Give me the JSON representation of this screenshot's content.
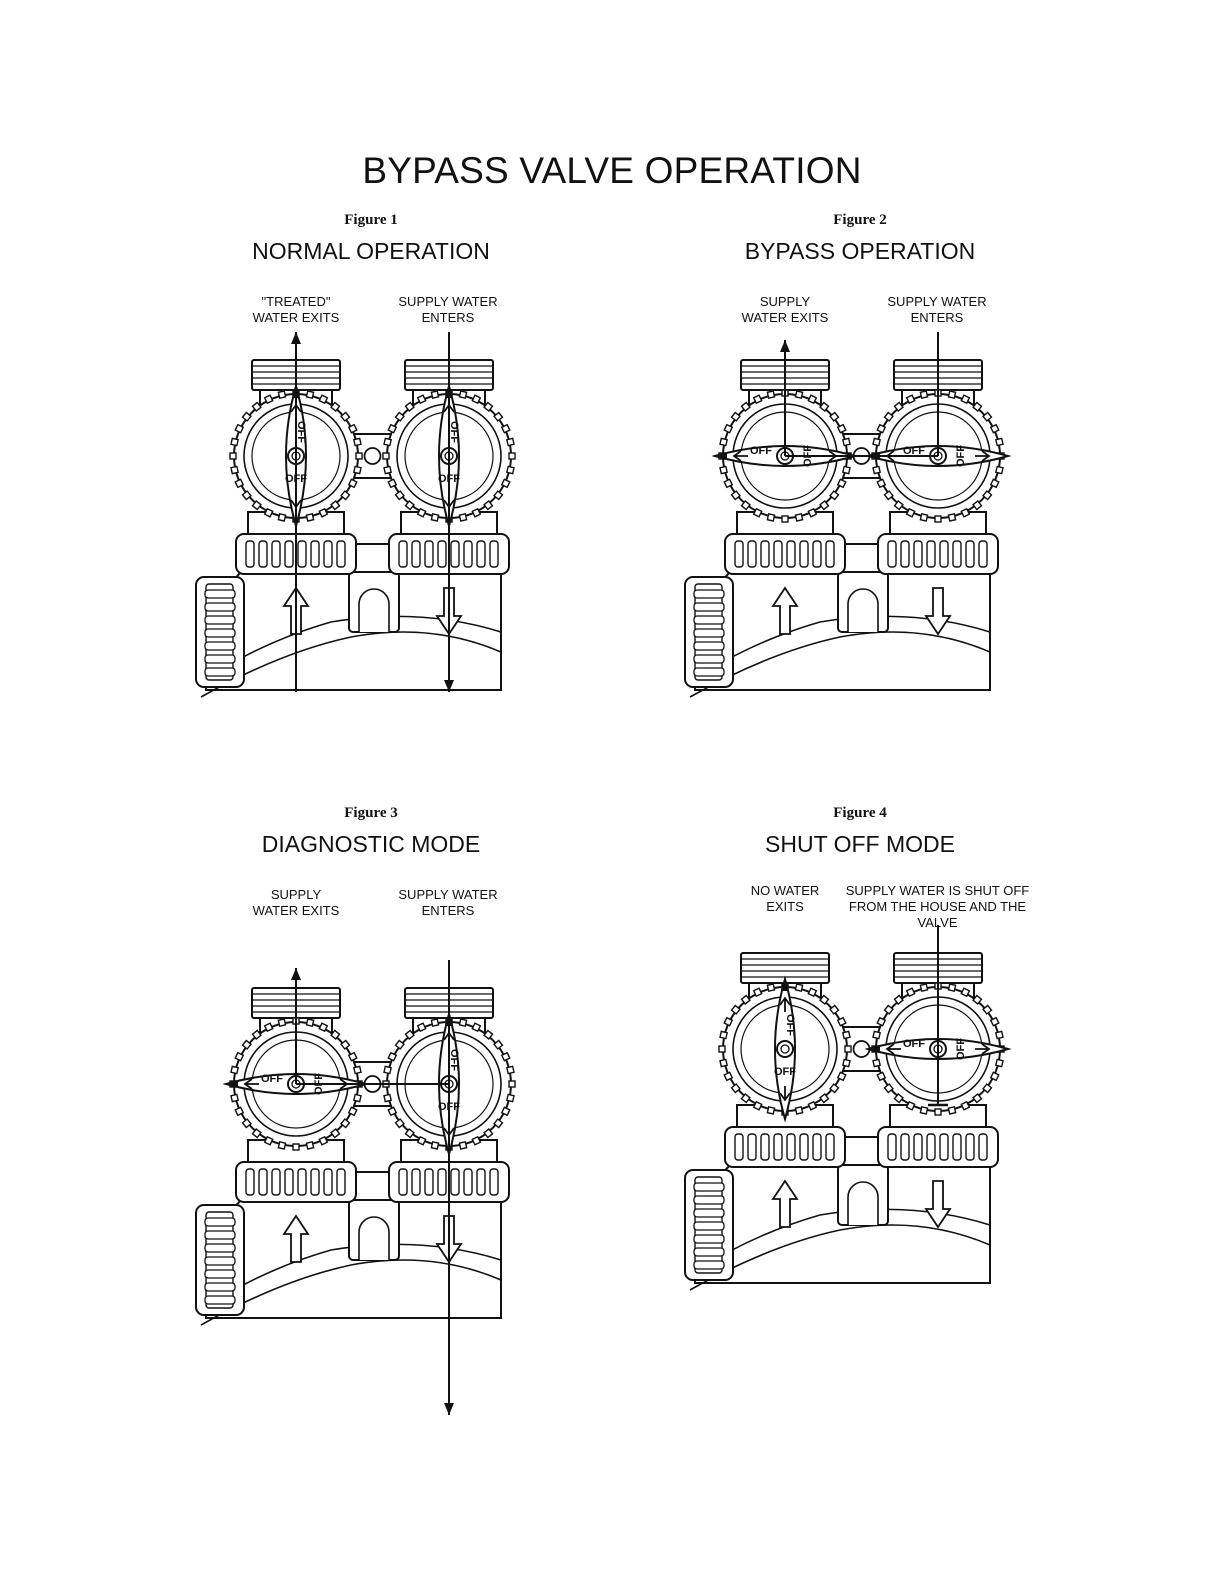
{
  "page_title": "BYPASS VALVE OPERATION",
  "figures": [
    {
      "number": "Figure 1",
      "title": "NORMAL OPERATION",
      "left_label": [
        "\"TREATED\"",
        "WATER EXITS"
      ],
      "right_label": [
        "SUPPLY WATER",
        "ENTERS"
      ],
      "left_knob": "vertical",
      "right_knob": "vertical",
      "knob_text": "OFF"
    },
    {
      "number": "Figure 2",
      "title": "BYPASS OPERATION",
      "left_label": [
        "SUPPLY",
        "WATER EXITS"
      ],
      "right_label": [
        "SUPPLY WATER",
        "ENTERS"
      ],
      "left_knob": "horizontal",
      "right_knob": "horizontal",
      "knob_text": "OFF"
    },
    {
      "number": "Figure 3",
      "title": "DIAGNOSTIC MODE",
      "left_label": [
        "SUPPLY",
        "WATER EXITS"
      ],
      "right_label": [
        "SUPPLY WATER",
        "ENTERS"
      ],
      "left_knob": "horizontal",
      "right_knob": "vertical",
      "knob_text": "OFF"
    },
    {
      "number": "Figure 4",
      "title": "SHUT OFF MODE",
      "left_label": [
        "NO WATER",
        "EXITS"
      ],
      "right_label": [
        "SUPPLY WATER IS SHUT OFF",
        "FROM THE HOUSE AND THE",
        "VALVE"
      ],
      "left_knob": "vertical",
      "right_knob": "horizontal",
      "knob_text": "OFF"
    }
  ]
}
